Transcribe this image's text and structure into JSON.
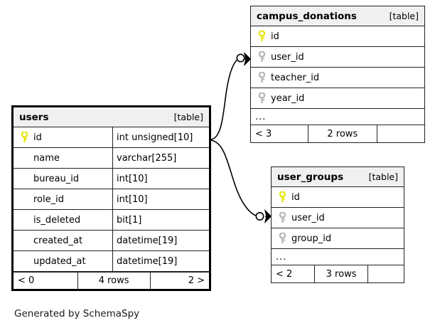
{
  "diagram": {
    "caption": "Generated by SchemaSpy",
    "table_tag": "[table]",
    "ellipsis": "...",
    "key_icon_primary": "key-icon-primary",
    "key_icon_foreign": "key-icon-foreign",
    "colors": {
      "primary_key": "#e6e600",
      "foreign_key": "#b3b3b3",
      "header_bg": "#f0f0f0",
      "border": "#222222",
      "focused_border": "#000000",
      "edge": "#000000",
      "background": "#ffffff"
    }
  },
  "tables": {
    "users": {
      "name": "users",
      "tag": "[table]",
      "focused": true,
      "columns": [
        {
          "key": "primary",
          "name": "id",
          "type": "int unsigned[10]"
        },
        {
          "key": "none",
          "name": "name",
          "type": "varchar[255]"
        },
        {
          "key": "none",
          "name": "bureau_id",
          "type": "int[10]"
        },
        {
          "key": "none",
          "name": "role_id",
          "type": "int[10]"
        },
        {
          "key": "none",
          "name": "is_deleted",
          "type": "bit[1]"
        },
        {
          "key": "none",
          "name": "created_at",
          "type": "datetime[19]"
        },
        {
          "key": "none",
          "name": "updated_at",
          "type": "datetime[19]"
        }
      ],
      "footer": {
        "left": "< 0",
        "center": "4 rows",
        "right": "2 >"
      }
    },
    "campus_donations": {
      "name": "campus_donations",
      "tag": "[table]",
      "focused": false,
      "columns": [
        {
          "key": "primary",
          "name": "id"
        },
        {
          "key": "foreign",
          "name": "user_id"
        },
        {
          "key": "foreign",
          "name": "teacher_id"
        },
        {
          "key": "foreign",
          "name": "year_id"
        }
      ],
      "ellipsis": "...",
      "footer": {
        "left": "< 3",
        "center": "2 rows",
        "right": ""
      }
    },
    "user_groups": {
      "name": "user_groups",
      "tag": "[table]",
      "focused": false,
      "columns": [
        {
          "key": "primary",
          "name": "id"
        },
        {
          "key": "foreign",
          "name": "user_id"
        },
        {
          "key": "foreign",
          "name": "group_id"
        }
      ],
      "ellipsis": "...",
      "footer": {
        "left": "< 2",
        "center": "3 rows",
        "right": ""
      }
    }
  },
  "relationships": [
    {
      "from": "users.id",
      "to": "campus_donations.user_id",
      "from_cardinality": "one",
      "to_cardinality": "zero-or-many"
    },
    {
      "from": "users.id",
      "to": "user_groups.user_id",
      "from_cardinality": "one",
      "to_cardinality": "zero-or-many"
    }
  ]
}
